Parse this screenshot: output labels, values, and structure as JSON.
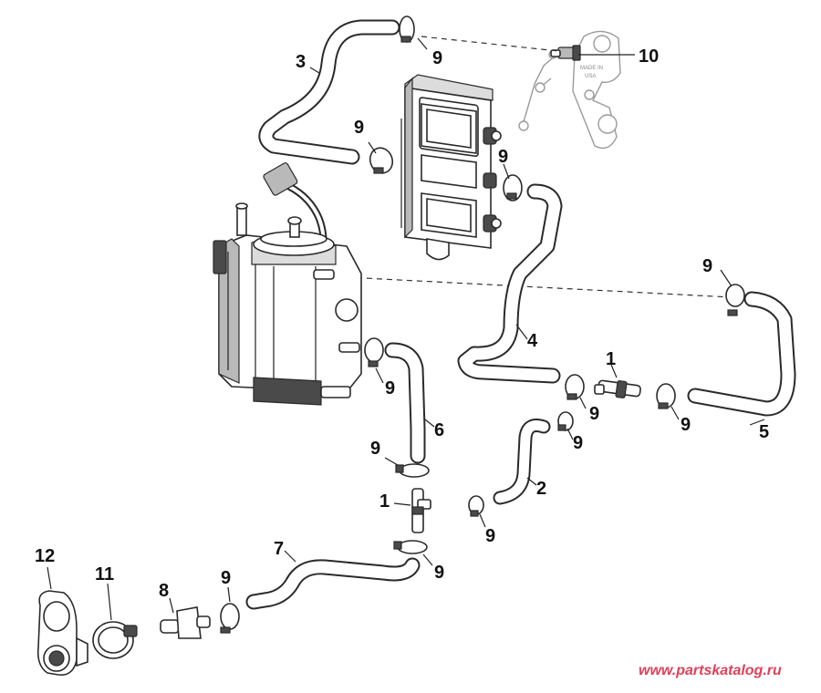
{
  "diagram": {
    "callouts": [
      "1",
      "2",
      "3",
      "4",
      "5",
      "6",
      "7",
      "8",
      "9",
      "10",
      "11",
      "12"
    ],
    "watermark": "www.partskatalog.ru",
    "inset_text": [
      "MADE IN",
      "USA"
    ]
  }
}
